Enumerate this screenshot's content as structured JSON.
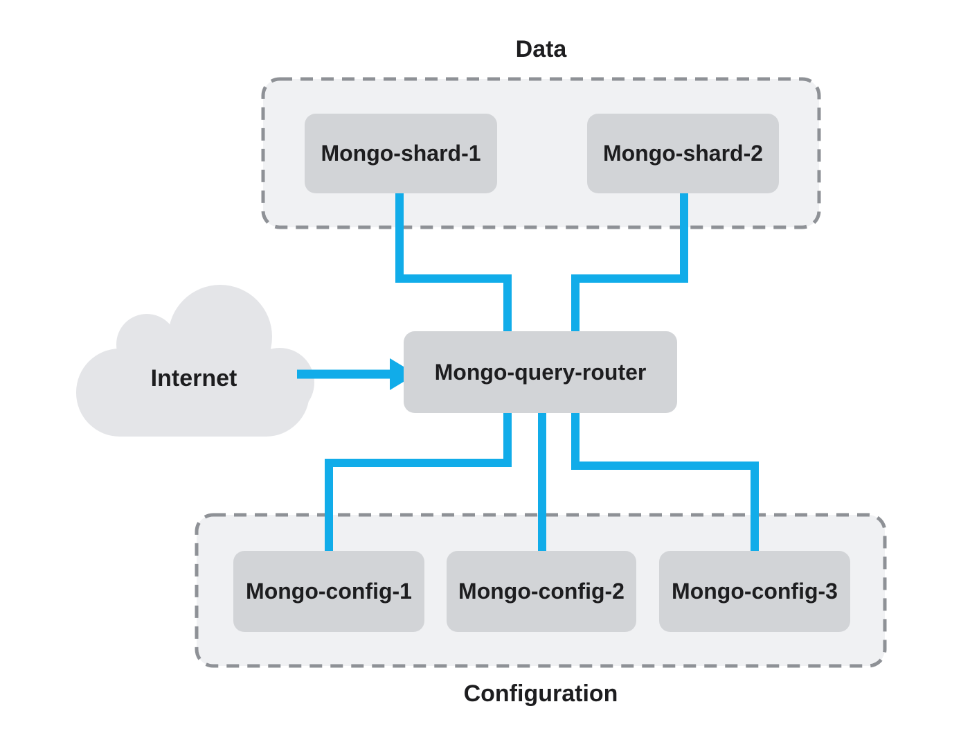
{
  "labels": {
    "data_group": "Data",
    "configuration_group": "Configuration",
    "internet": "Internet"
  },
  "nodes": {
    "shard1": "Mongo-shard-1",
    "shard2": "Mongo-shard-2",
    "query_router": "Mongo-query-router",
    "config1": "Mongo-config-1",
    "config2": "Mongo-config-2",
    "config3": "Mongo-config-3"
  },
  "groups": [
    {
      "title": "Data",
      "members": [
        "Mongo-shard-1",
        "Mongo-shard-2"
      ],
      "title_position": "top"
    },
    {
      "title": "Configuration",
      "members": [
        "Mongo-config-1",
        "Mongo-config-2",
        "Mongo-config-3"
      ],
      "title_position": "bottom"
    }
  ],
  "connections": [
    {
      "from": "Internet",
      "to": "Mongo-query-router",
      "style": "arrow"
    },
    {
      "from": "Mongo-shard-1",
      "to": "Mongo-query-router",
      "style": "elbow"
    },
    {
      "from": "Mongo-shard-2",
      "to": "Mongo-query-router",
      "style": "elbow"
    },
    {
      "from": "Mongo-query-router",
      "to": "Mongo-config-1",
      "style": "elbow"
    },
    {
      "from": "Mongo-query-router",
      "to": "Mongo-config-2",
      "style": "straight"
    },
    {
      "from": "Mongo-query-router",
      "to": "Mongo-config-3",
      "style": "elbow"
    }
  ],
  "colors": {
    "connector_blue": "#11ACE9",
    "node_fill": "#D2D4D7",
    "group_fill": "#F0F1F3",
    "group_border": "#8E9196",
    "cloud_fill": "#E4E5E8",
    "text": "#1D1D1F",
    "background": "#FFFFFF"
  }
}
